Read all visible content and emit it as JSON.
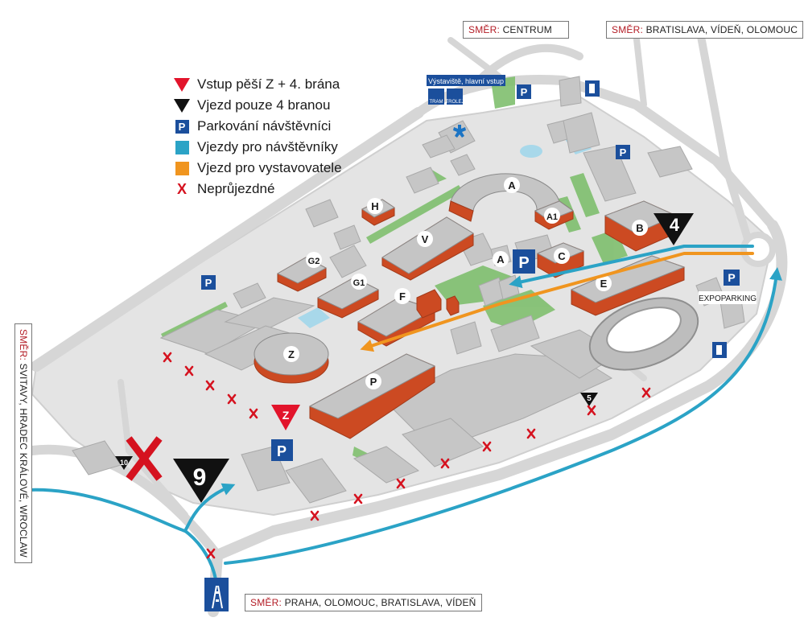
{
  "legend": [
    {
      "icon": "red-triangle-icon",
      "label": "Vstup pěší Z + 4. brána"
    },
    {
      "icon": "black-triangle-icon",
      "label": "Vjezd pouze 4 branou"
    },
    {
      "icon": "parking-icon",
      "label": "Parkování návštěvníci"
    },
    {
      "icon": "blue-square-icon",
      "label": "Vjezdy pro návštěvníky"
    },
    {
      "icon": "orange-square-icon",
      "label": "Vjezd pro vystavovatele"
    },
    {
      "icon": "x-mark-icon",
      "label": "Neprůjezdné"
    }
  ],
  "directions": {
    "prefix": "SMĚR:",
    "centrum": "CENTRUM",
    "bratislava": "BRATISLAVA, VÍDEŇ, OLOMOUC",
    "svitavy": "SVITAVY, HRADEC KRÁLOVÉ, WROCLAW",
    "praha": "PRAHA, OLOMOUC, BRATISLAVA, VÍDEŇ"
  },
  "labels": {
    "stop": "Výstaviště, hlavní vstup",
    "tram": "TRAM",
    "trolej": "TROLEJ",
    "expoparking": "EXPOPARKING"
  },
  "halls": [
    "A",
    "A1",
    "A",
    "B",
    "C",
    "E",
    "F",
    "G2",
    "G1",
    "H",
    "V",
    "Z",
    "P"
  ],
  "gates": {
    "g4": "4",
    "g5": "5",
    "g9": "9",
    "g10": "10",
    "gz": "Z"
  },
  "parking_letter": "P",
  "colors": {
    "road": "#d9d9d9",
    "building": "#c9c9c9",
    "hall_roof": "#c5c5c5",
    "hall_wall": "#cc4a22",
    "green": "#7fbf6e",
    "visitor_route": "#2ba3c6",
    "exhibitor_route": "#f0951f",
    "parking_blue": "#1b4f9c",
    "gate_red": "#e2142b",
    "x_red": "#d5121f"
  }
}
